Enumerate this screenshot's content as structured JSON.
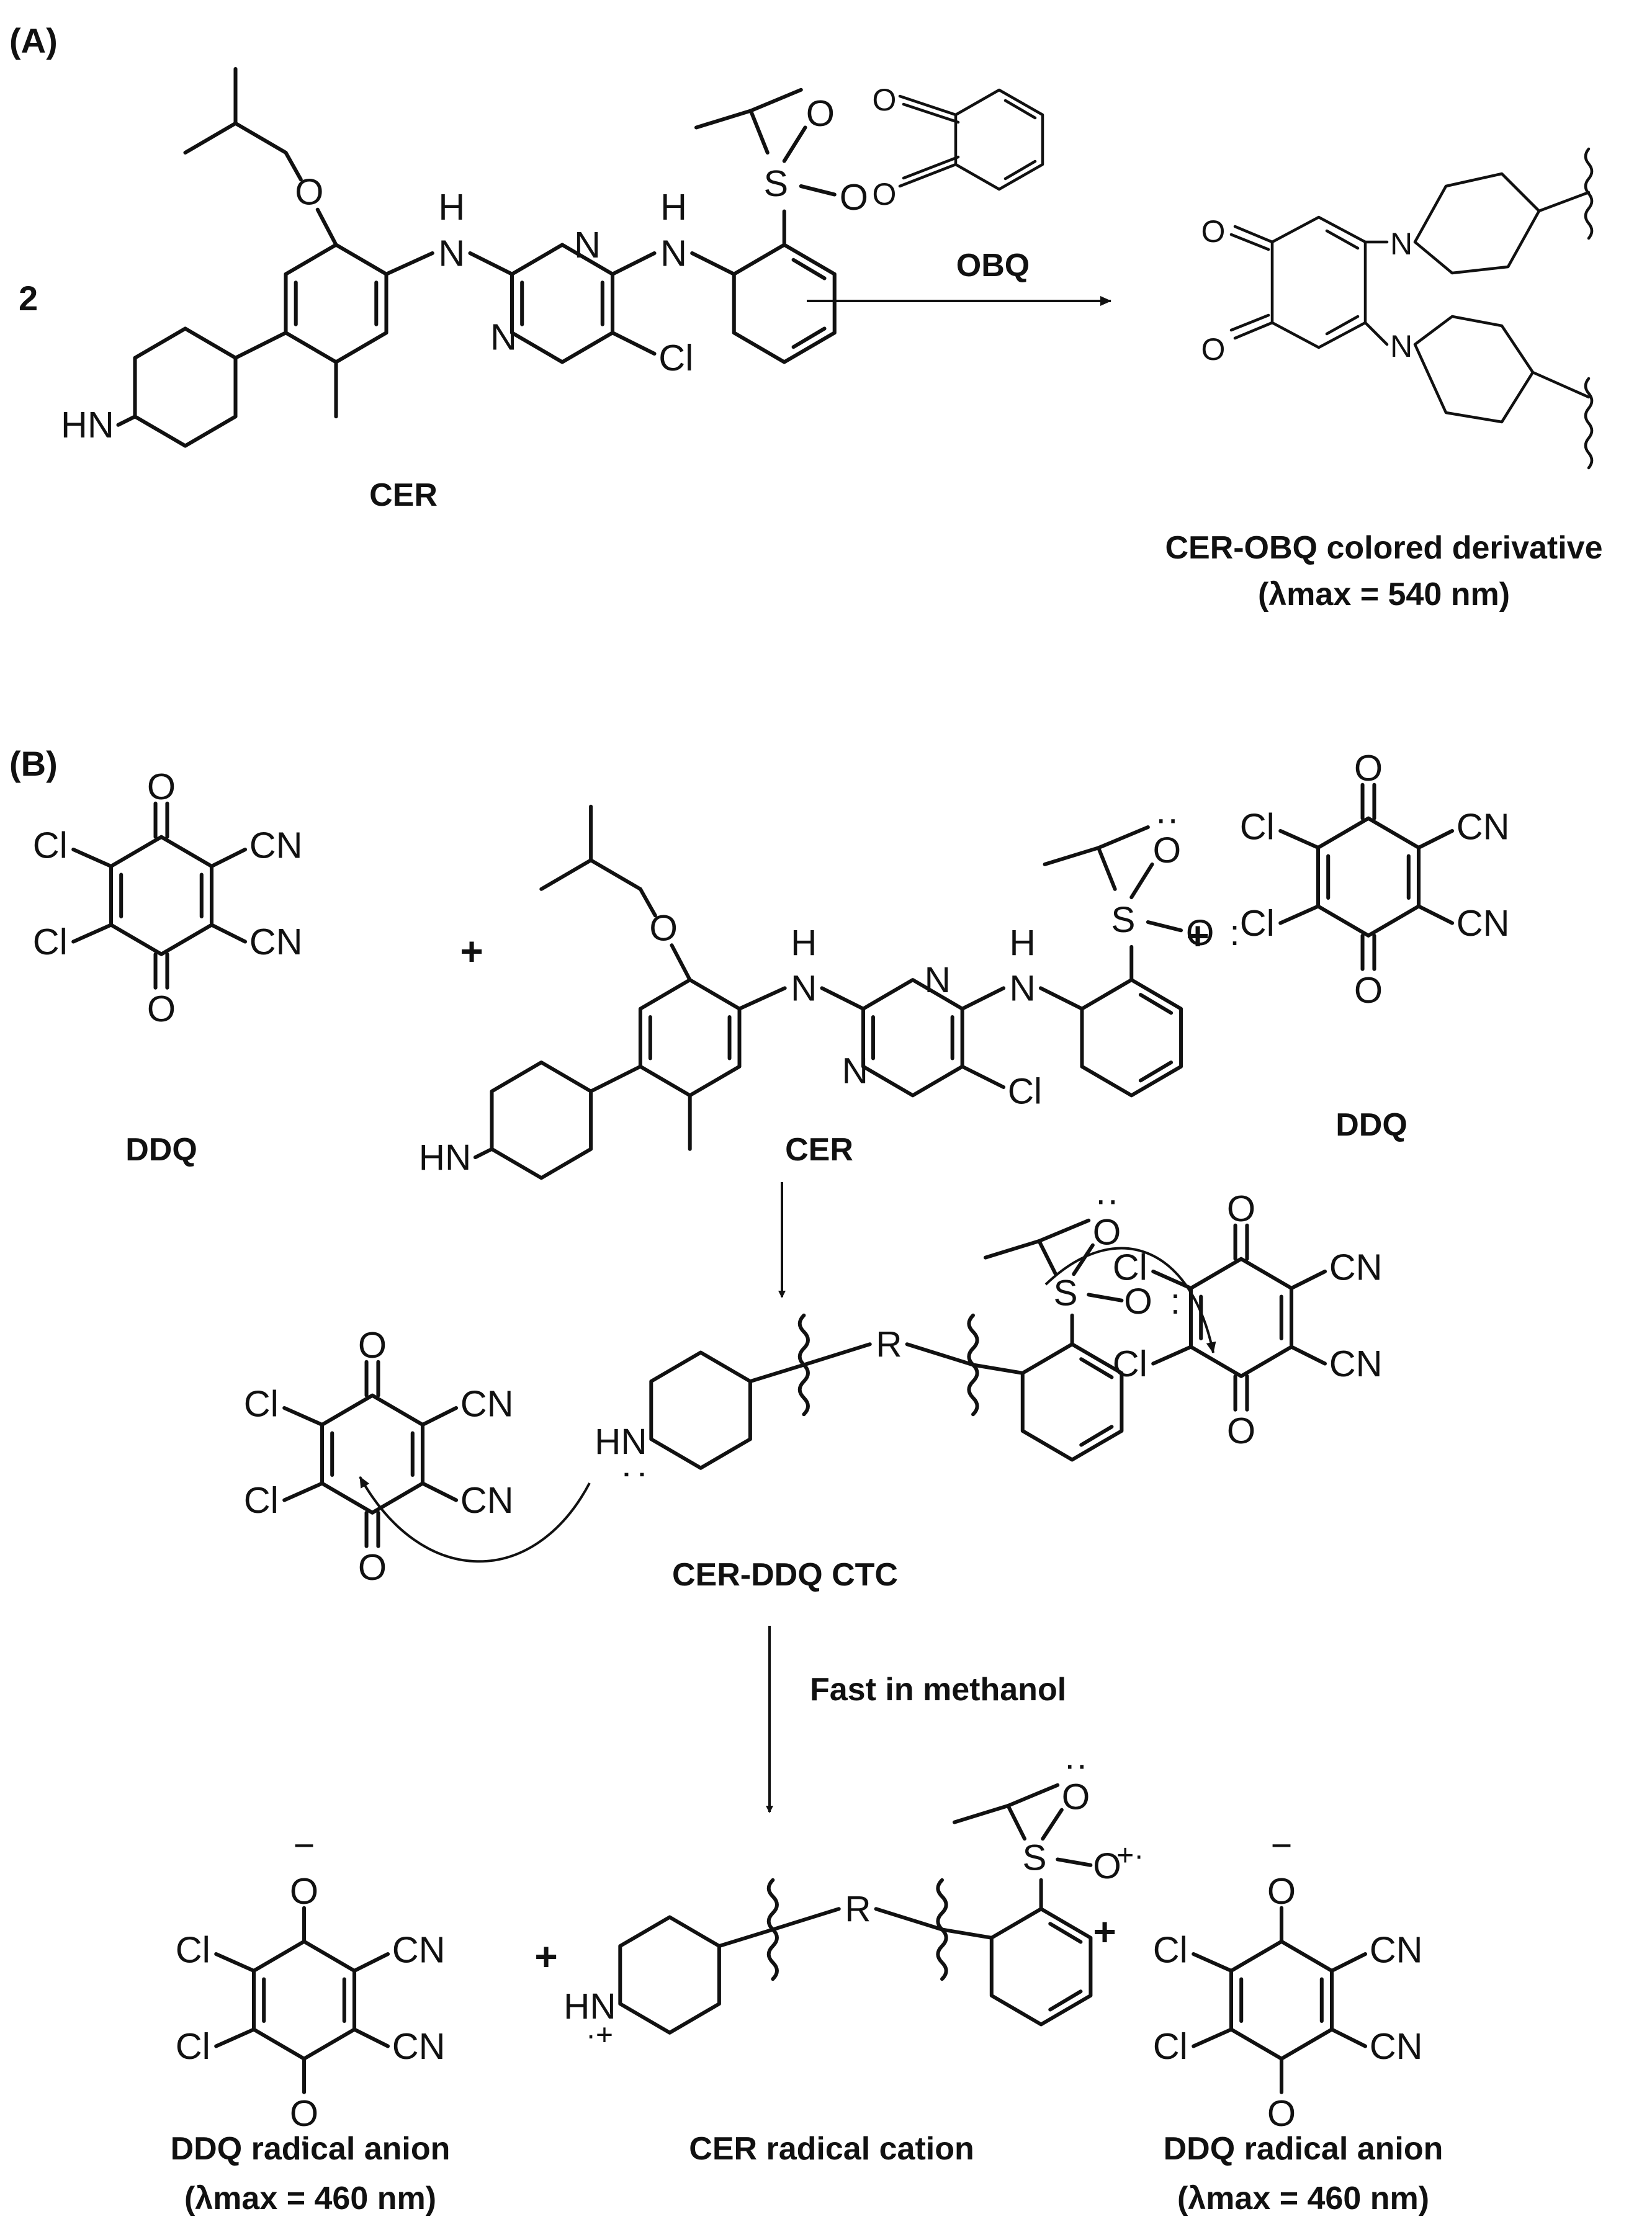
{
  "panels": {
    "a": {
      "tag": "(A)",
      "stoich": "2",
      "reactant": "CER",
      "reagent": "OBQ",
      "product": "CER-OBQ colored derivative",
      "product_lambda": "(λmax = 540 nm)"
    },
    "b": {
      "tag": "(B)",
      "acceptor": "DDQ",
      "donor": "CER",
      "plus": "+",
      "complex": "CER-DDQ CTC",
      "condition": "Fast in methanol",
      "anion": "DDQ radical anion",
      "cation": "CER radical cation",
      "anion_lambda": "(λmax = 460 nm)"
    }
  },
  "atoms": {
    "o": "O",
    "n": "N",
    "cl": "Cl",
    "cn": "CN",
    "s": "S",
    "h": "H",
    "hn": "HN",
    "r": "R",
    "minus": "−",
    "plus_charge": "+",
    "lone_pair": "··",
    "colon": ":",
    "radical_dot": "·"
  }
}
